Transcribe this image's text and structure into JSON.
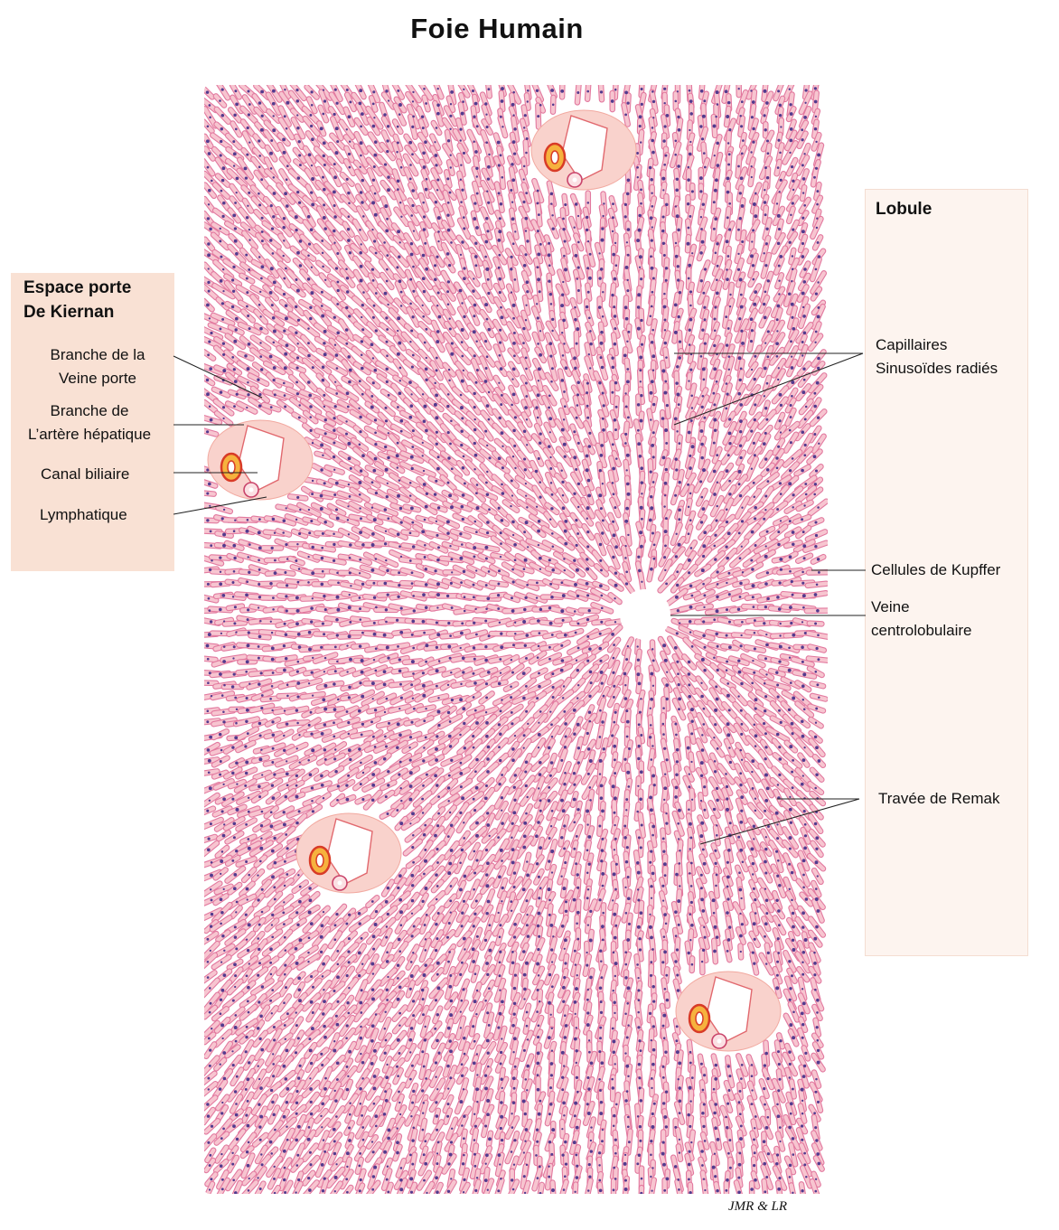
{
  "title": "Foie  Humain",
  "colors": {
    "parenchyma": "#e2799f",
    "hepatocyte": "#f7c5d0",
    "nucleus": "#523a8e",
    "portal_space": "#f9d2cc",
    "artery": "#d83b27",
    "artery_wall": "#f6b23e",
    "left_box": "#f9e1d4",
    "right_box": "#fdf4ef"
  },
  "portal_space_box": {
    "heading_line1": "Espace porte",
    "heading_line2": "De Kiernan",
    "labels": {
      "portal_vein_1": "Branche de la",
      "portal_vein_2": "Veine porte",
      "artery_1": "Branche de",
      "artery_2": "L’artère  hépatique",
      "bile_duct": "Canal biliaire",
      "lymphatic": "Lymphatique"
    }
  },
  "lobule_box": {
    "heading": "Lobule",
    "labels": {
      "sinusoids_1": "Capillaires",
      "sinusoids_2": "Sinusoïdes radiés",
      "kupffer": "Cellules de Kupffer",
      "central_vein_1": "Veine",
      "central_vein_2": "centrolobulaire",
      "remak": "Travée de Remak"
    }
  },
  "credit": "JMR  & LR"
}
